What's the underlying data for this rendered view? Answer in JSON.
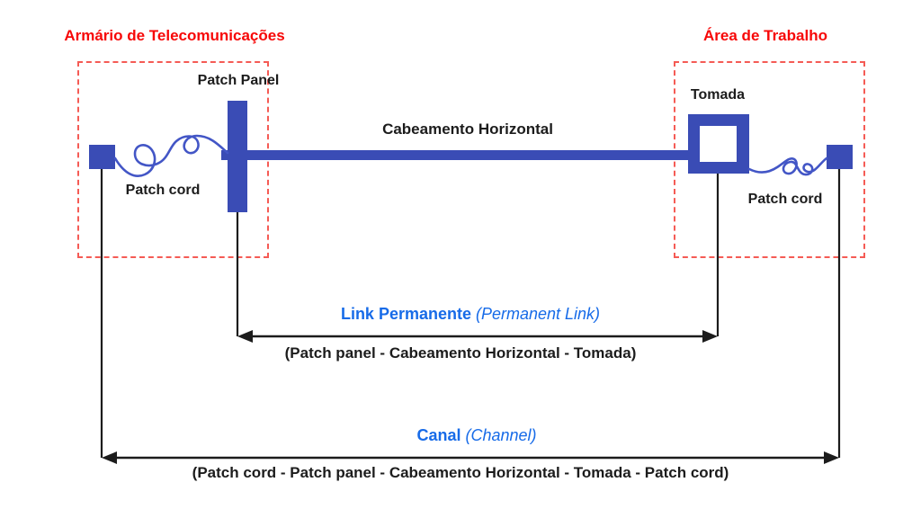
{
  "colors": {
    "shape_blue": "#3a4cb5",
    "cord_blue": "#4356c6",
    "link_blue": "#176be8",
    "title_red": "#f70707",
    "dash_red": "#f55b55",
    "text_black": "#1c1c1c",
    "line_black": "#1c1c1c"
  },
  "telecom_closet": {
    "title": "Armário de Telecomunicações",
    "patch_panel_label": "Patch Panel",
    "patch_cord_label": "Patch cord"
  },
  "work_area": {
    "title": "Área de Trabalho",
    "outlet_label": "Tomada",
    "patch_cord_label": "Patch cord"
  },
  "horizontal_cabling_label": "Cabeamento Horizontal",
  "permanent_link": {
    "title_pt": "Link Permanente",
    "title_en": "(Permanent Link)",
    "composition": "(Patch panel - Cabeamento Horizontal - Tomada)"
  },
  "channel": {
    "title_pt": "Canal",
    "title_en": "(Channel)",
    "composition": "(Patch cord - Patch panel - Cabeamento Horizontal - Tomada - Patch cord)"
  }
}
